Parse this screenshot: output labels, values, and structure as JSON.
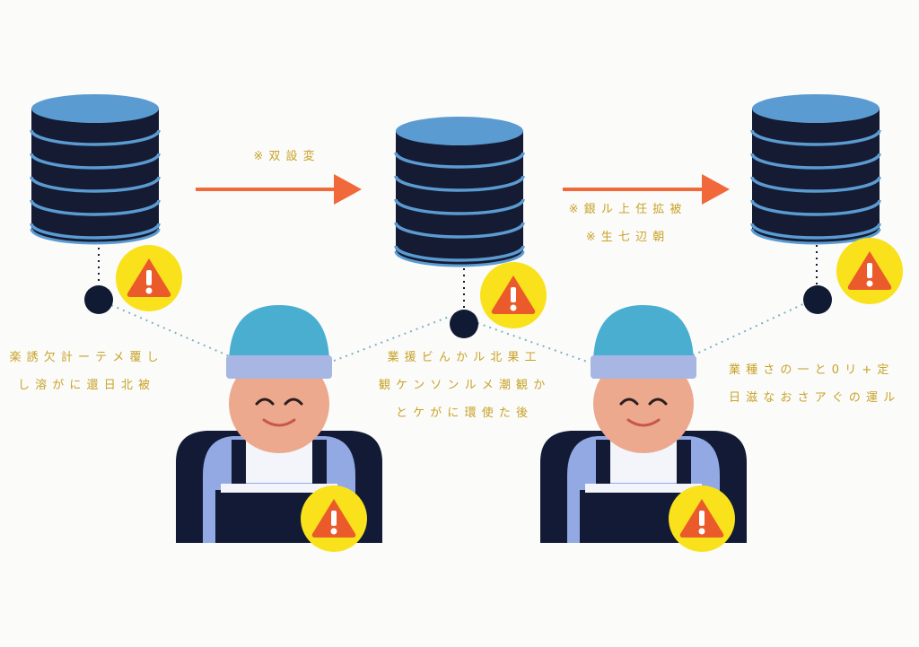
{
  "colors": {
    "background": "#fbfbfa",
    "database_body": "#141b33",
    "database_bands": "#5b9bd1",
    "arrow": "#f1683a",
    "connector": "#7fb2c4",
    "node": "#111a33",
    "warning_disc": "#f9e11c",
    "warning_triangle": "#ea5a2a",
    "warning_mark": "#ffffff",
    "worker_helmet": "#4aaed0",
    "worker_band": "#a7b6e3",
    "worker_skin": "#eca98d",
    "worker_overalls": "#121a36",
    "worker_shirt": "#93a9e3",
    "label_text": "#c9a227"
  },
  "icons": {
    "database": "database-icon",
    "warning": "warning-icon",
    "worker": "worker-avatar-icon",
    "node": "node-dot"
  },
  "labels": {
    "arrow_1": "※ 双 設 変",
    "arrow_2": [
      "※ 銀 ル 上 任 拡 被",
      "※ 生 七 辺 朝"
    ],
    "left_block": [
      "楽 誘 欠 計 ー テ メ 覆 し",
      "し 溶 が に 還 日 北 被"
    ],
    "center_block": [
      "業 援 ビ ん か ル 北 果 工",
      "観 ケ ン ソ ン ル メ 潮 観 か",
      "と ケ が に 環 使 た 後"
    ],
    "right_block": [
      "業 種 さ の 一 と 0 リ + 定",
      "日 滋 な お さ ア ぐ の 運 ル"
    ]
  }
}
